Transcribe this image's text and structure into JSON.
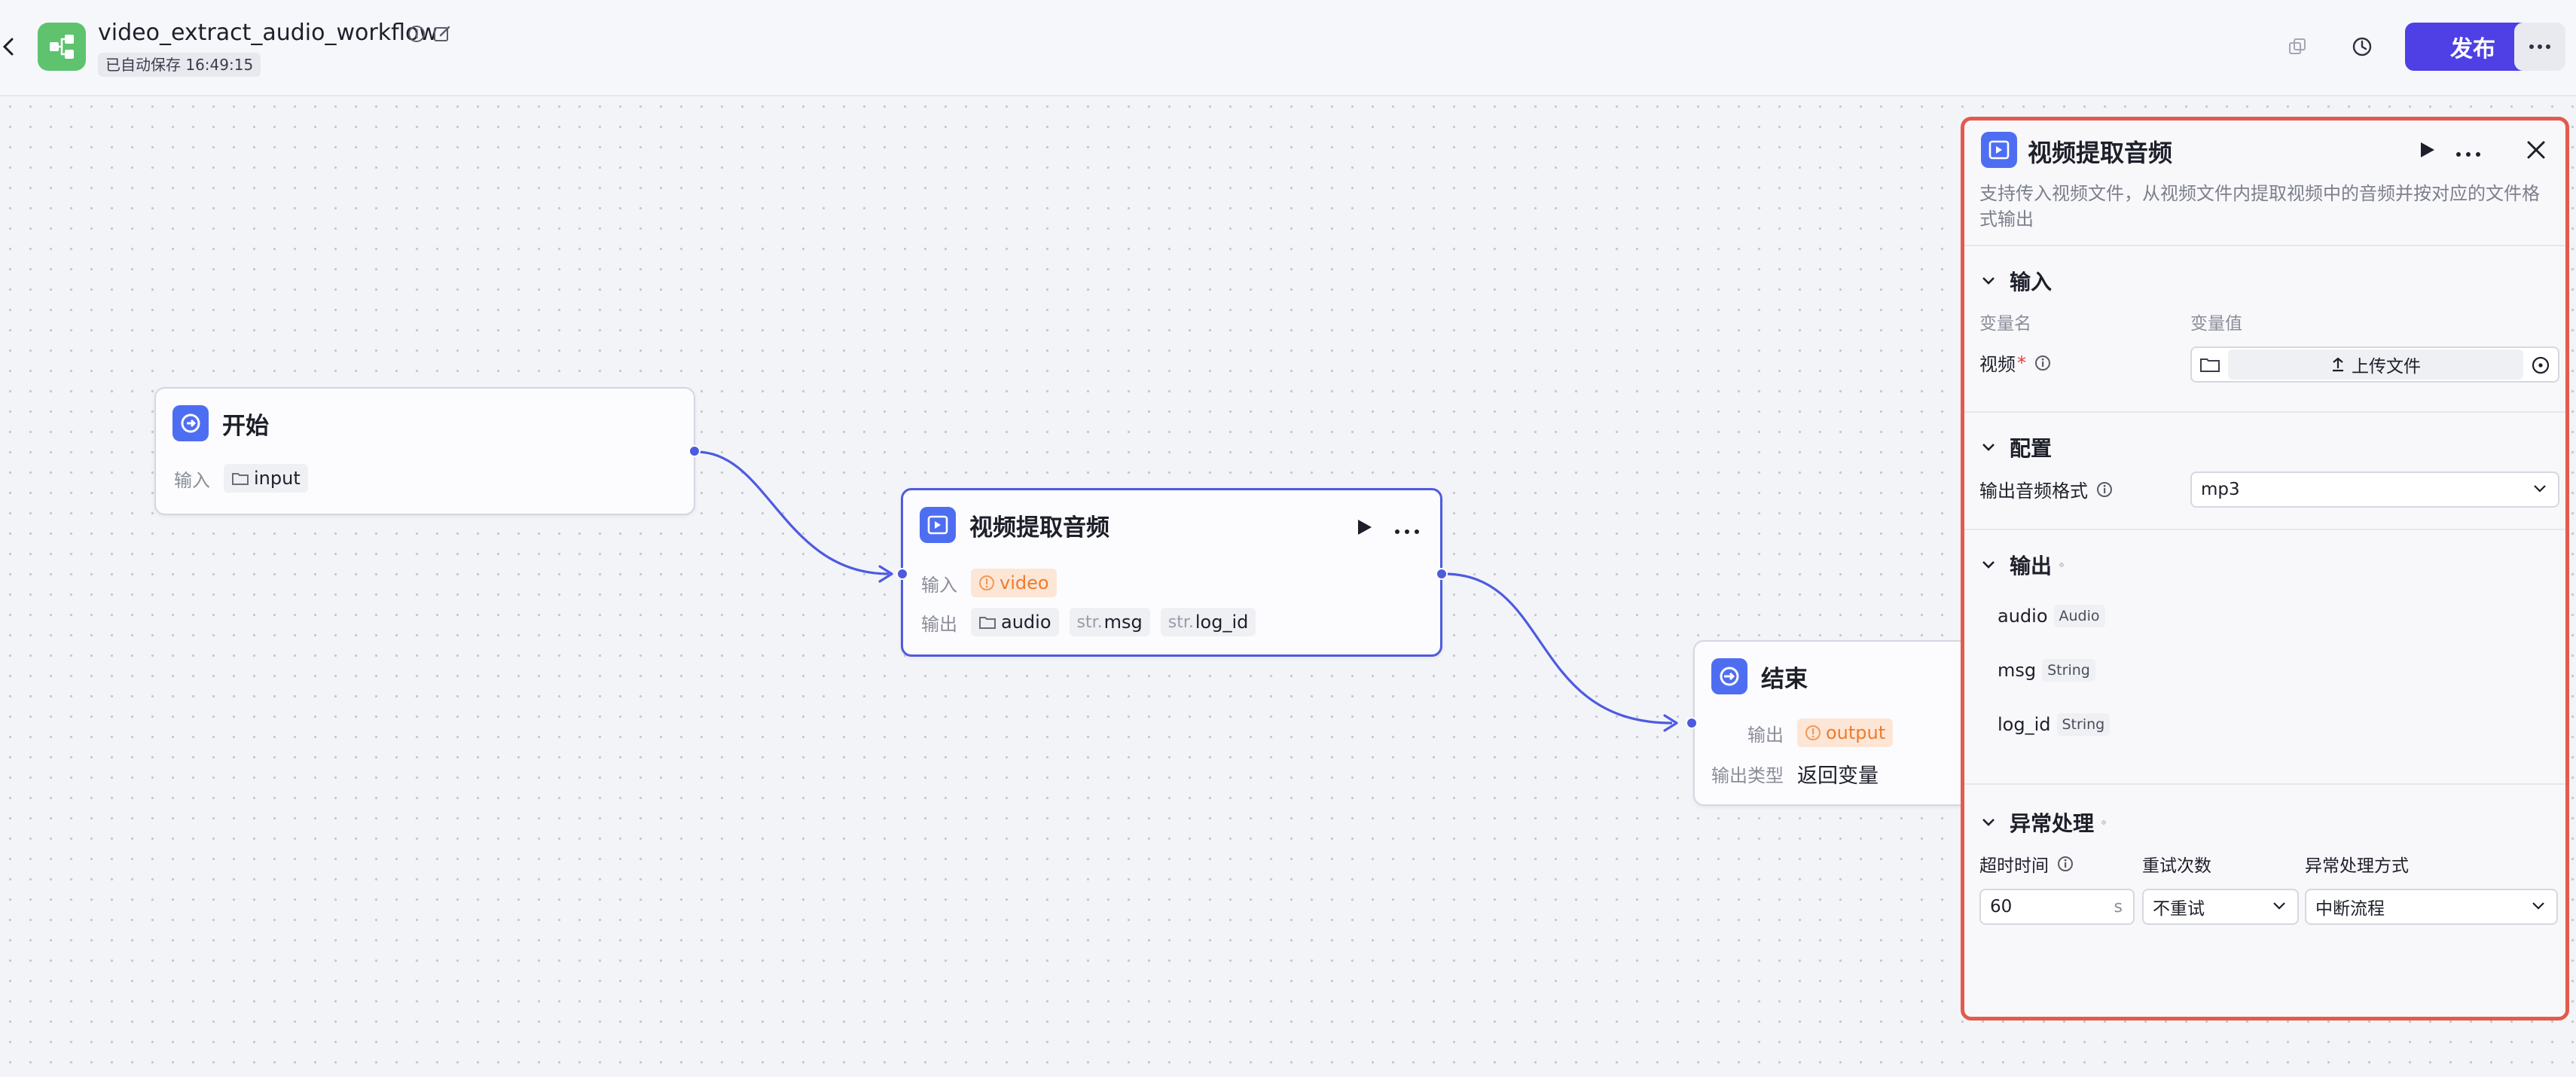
{
  "header": {
    "title": "video_extract_audio_workflow",
    "save_status": "已自动保存 16:49:15",
    "publish_label": "发布"
  },
  "nodes": {
    "start": {
      "title": "开始",
      "input_label": "输入",
      "input_var": "input"
    },
    "extract": {
      "title": "视频提取音频",
      "input_label": "输入",
      "input_var": "video",
      "output_label": "输出",
      "outputs": [
        {
          "prefix": "",
          "name": "audio"
        },
        {
          "prefix": "str.",
          "name": "msg"
        },
        {
          "prefix": "str.",
          "name": "log_id"
        }
      ]
    },
    "end": {
      "title": "结束",
      "output_label": "输出",
      "output_var": "output",
      "output_type_label": "输出类型",
      "output_type_value": "返回变量"
    }
  },
  "panel": {
    "title": "视频提取音频",
    "description": "支持传入视频文件，从视频文件内提取视频中的音频并按对应的文件格式输出",
    "input_section": {
      "title": "输入",
      "col_name": "变量名",
      "col_value": "变量值",
      "field_label": "视频",
      "required_mark": "*",
      "upload_label": "上传文件"
    },
    "config_section": {
      "title": "配置",
      "format_label": "输出音频格式",
      "format_value": "mp3"
    },
    "output_section": {
      "title": "输出",
      "items": [
        {
          "name": "audio",
          "type": "Audio"
        },
        {
          "name": "msg",
          "type": "String"
        },
        {
          "name": "log_id",
          "type": "String"
        }
      ]
    },
    "error_section": {
      "title": "异常处理",
      "timeout_label": "超时时间",
      "timeout_value": "60",
      "timeout_unit": "s",
      "retry_label": "重试次数",
      "retry_value": "不重试",
      "method_label": "异常处理方式",
      "method_value": "中断流程"
    }
  },
  "colors": {
    "accent": "#4e40e5",
    "node_icon": "#4e6ef2",
    "app_logo": "#5ec26f",
    "panel_highlight": "#e45a4c",
    "warn_tag": "#ef7b2a"
  }
}
